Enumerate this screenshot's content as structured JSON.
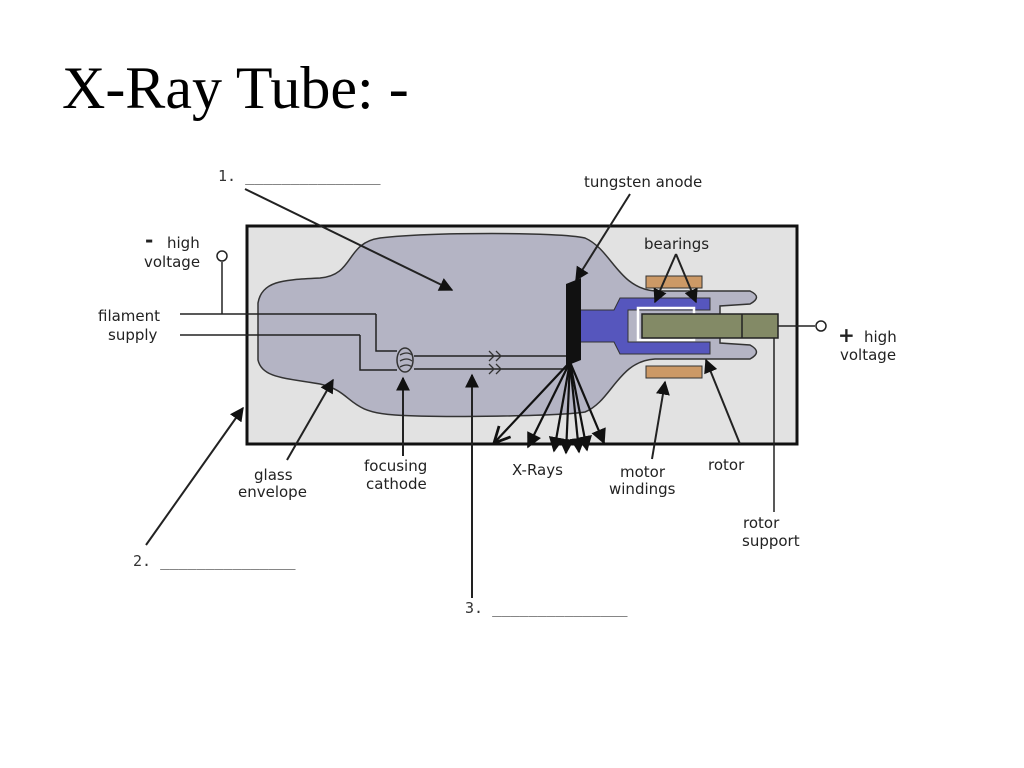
{
  "title": "X-Ray Tube: -",
  "diagram": {
    "blanks": {
      "one": "1. _______________",
      "two": "2. _______________",
      "three": "3. _______________"
    },
    "labels": {
      "tungsten_anode": "tungsten anode",
      "bearings": "bearings",
      "neg_sign": "-",
      "neg_high": "high",
      "neg_voltage": "voltage",
      "filament": "filament",
      "supply": "supply",
      "pos_sign": "+",
      "pos_high": "high",
      "pos_voltage": "voltage",
      "glass": "glass",
      "envelope": "envelope",
      "focusing": "focusing",
      "cathode": "cathode",
      "xrays": "X-Rays",
      "motor": "motor",
      "windings": "windings",
      "rotor": "rotor",
      "rotor2": "rotor",
      "support": "support"
    },
    "colors": {
      "housing": "#e2e2e2",
      "envelope": "#b4b4c4",
      "rotor_housing": "#5656bd",
      "rotor": "#838a66",
      "windings": "#cc9966",
      "anode": "#111111"
    }
  }
}
